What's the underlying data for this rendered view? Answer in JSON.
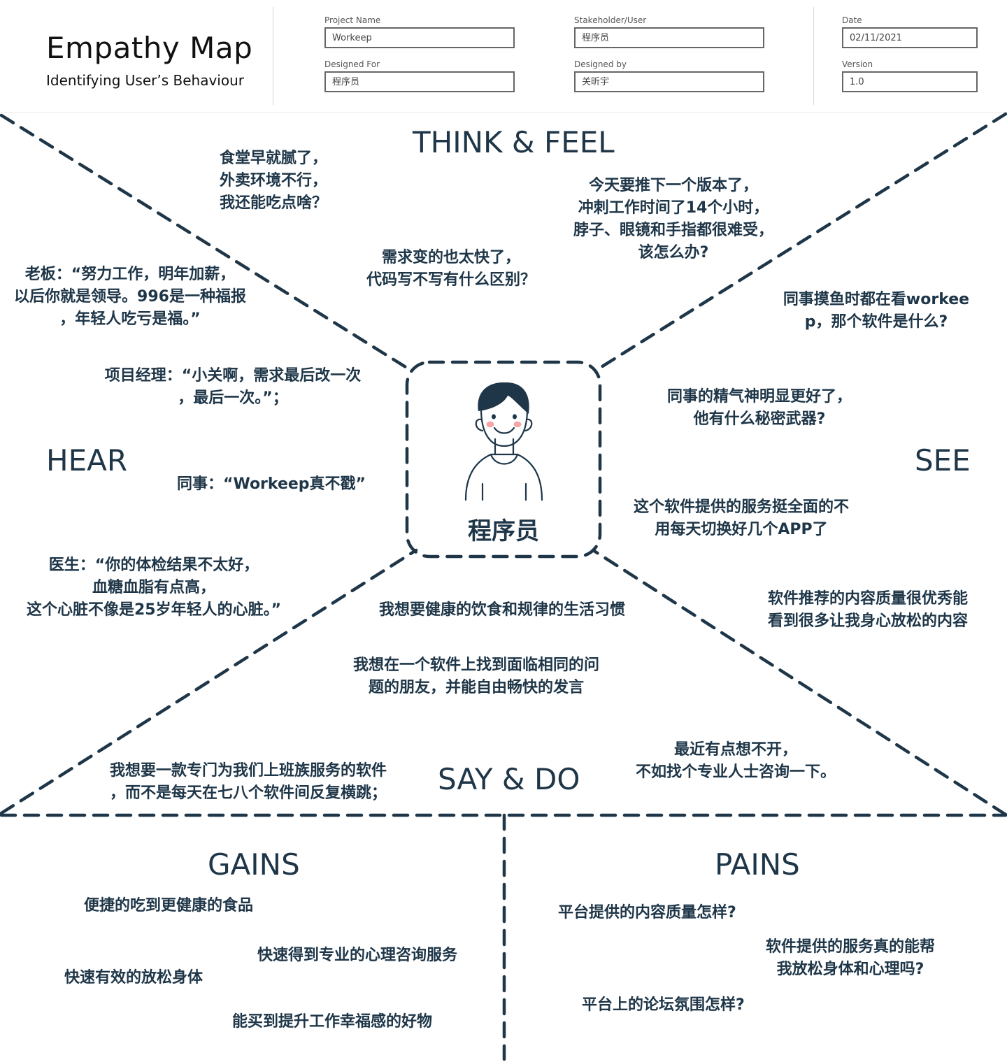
{
  "header": {
    "title": "Empathy Map",
    "subtitle": "Identifying User’s Behaviour",
    "fields": {
      "project_name": {
        "label": "Project Name",
        "value": "Workeep"
      },
      "designed_for": {
        "label": "Designed For",
        "value": "程序员"
      },
      "stakeholder": {
        "label": "Stakeholder/User",
        "value": "程序员"
      },
      "designed_by": {
        "label": "Designed by",
        "value": "关昕宇"
      },
      "date": {
        "label": "Date",
        "value": "02/11/2021"
      },
      "version": {
        "label": "Version",
        "value": "1.0"
      }
    }
  },
  "sections": {
    "think_feel": "THINK & FEEL",
    "hear": "HEAR",
    "see": "SEE",
    "say_do": "SAY & DO",
    "gains": "GAINS",
    "pains": "PAINS"
  },
  "center": {
    "label": "程序员",
    "icon": "programmer-avatar-icon"
  },
  "think_feel_notes": {
    "n1": [
      "食堂早就腻了，",
      "外卖环境不行，",
      "我还能吃点啥？"
    ],
    "n2": [
      "今天要推下一个版本了，",
      "冲刺工作时间了14个小时，",
      "脖子、眼镜和手指都很难受，",
      "该怎么办?"
    ],
    "n3": [
      "需求变的也太快了，",
      "代码写不写有什么区别？"
    ]
  },
  "hear_notes": {
    "n1": [
      "老板：“努力工作，明年加薪，",
      "以后你就是领导。996是一种福报",
      "，年轻人吃亏是福。”"
    ],
    "n2": [
      "项目经理：“小关啊，需求最后改一次",
      "，最后一次。”；"
    ],
    "n3": [
      "同事：“Workeep真不戳”"
    ],
    "n4": [
      "医生：“你的体检结果不太好，",
      "血糖血脂有点高，",
      "这个心脏不像是25岁年轻人的心脏。”"
    ]
  },
  "see_notes": {
    "n1": [
      "同事摸鱼时都在看workee",
      "p，那个软件是什么?"
    ],
    "n2": [
      "同事的精气神明显更好了，",
      "他有什么秘密武器?"
    ],
    "n3": [
      "这个软件提供的服务挺全面的不",
      "用每天切换好几个APP了"
    ],
    "n4": [
      "软件推荐的内容质量很优秀能",
      "看到很多让我身心放松的内容"
    ]
  },
  "say_do_notes": {
    "n1": [
      "我想要健康的饮食和规律的生活习惯"
    ],
    "n2": [
      "我想在一个软件上找到面临相同的问",
      "题的朋友，并能自由畅快的发言"
    ],
    "n3": [
      "我想要一款专门为我们上班族服务的软件",
      "，而不是每天在七八个软件间反复横跳；"
    ],
    "n4": [
      "最近有点想不开，",
      "不如找个专业人士咨询一下。"
    ]
  },
  "gains_notes": {
    "n1": "便捷的吃到更健康的食品",
    "n2": "快速得到专业的心理咨询服务",
    "n3": "快速有效的放松身体",
    "n4": "能买到提升工作幸福感的好物"
  },
  "pains_notes": {
    "n1": "平台提供的内容质量怎样?",
    "n2": [
      "软件提供的服务真的能帮",
      "我放松身体和心理吗?"
    ],
    "n3": "平台上的论坛氛围怎样?"
  },
  "colors": {
    "ink": "#1e3648",
    "cheek": "#f4a6a6"
  }
}
